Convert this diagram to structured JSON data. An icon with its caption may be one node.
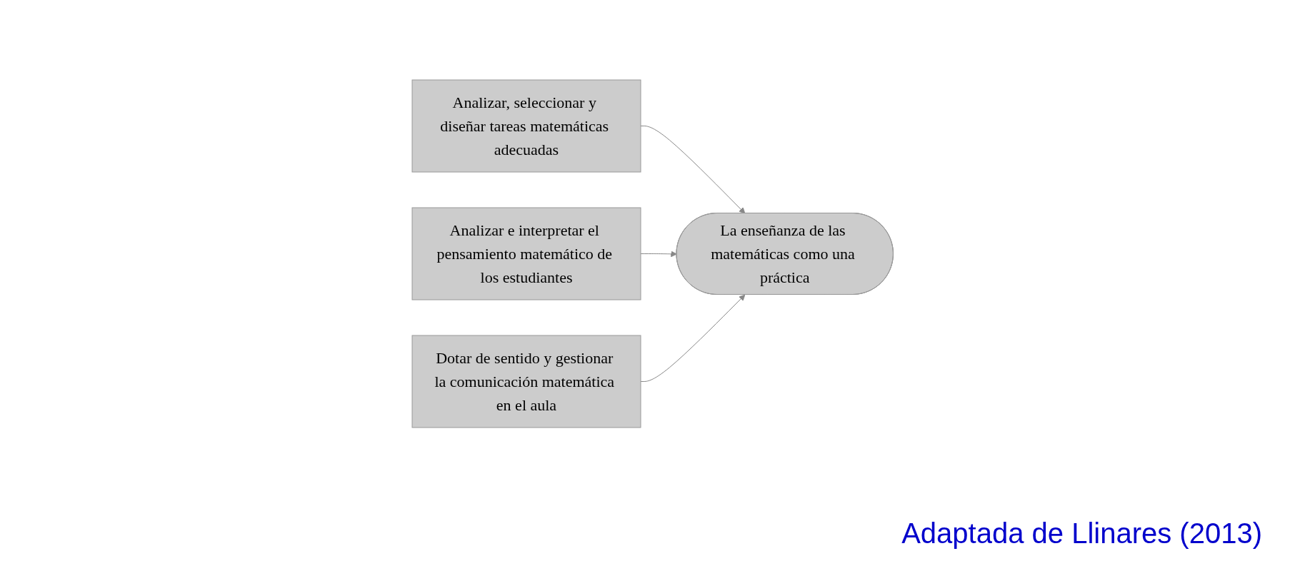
{
  "diagram": {
    "nodes": [
      {
        "text": [
          "Analizar, seleccionar y diseñar tareas matemáticas adecuadas"
        ]
      },
      {
        "text": [
          "La enseñanza de las matemáticas como una práctica"
        ]
      },
      {
        "text": [
          "Analizar e interpretar el pensamiento matemático de los estudiantes"
        ]
      },
      {
        "text": [
          "Dotar de sentido y gestionar la comunicación matemática en el aula"
        ]
      }
    ],
    "edges": [
      {
        "from": 0,
        "to": 1,
        "arrow": "to"
      },
      {
        "from": 2,
        "to": 1,
        "arrow": "to"
      },
      {
        "from": 3,
        "to": 1,
        "arrow": "to"
      }
    ],
    "caption": "Adaptada de Llinares (2013)"
  }
}
